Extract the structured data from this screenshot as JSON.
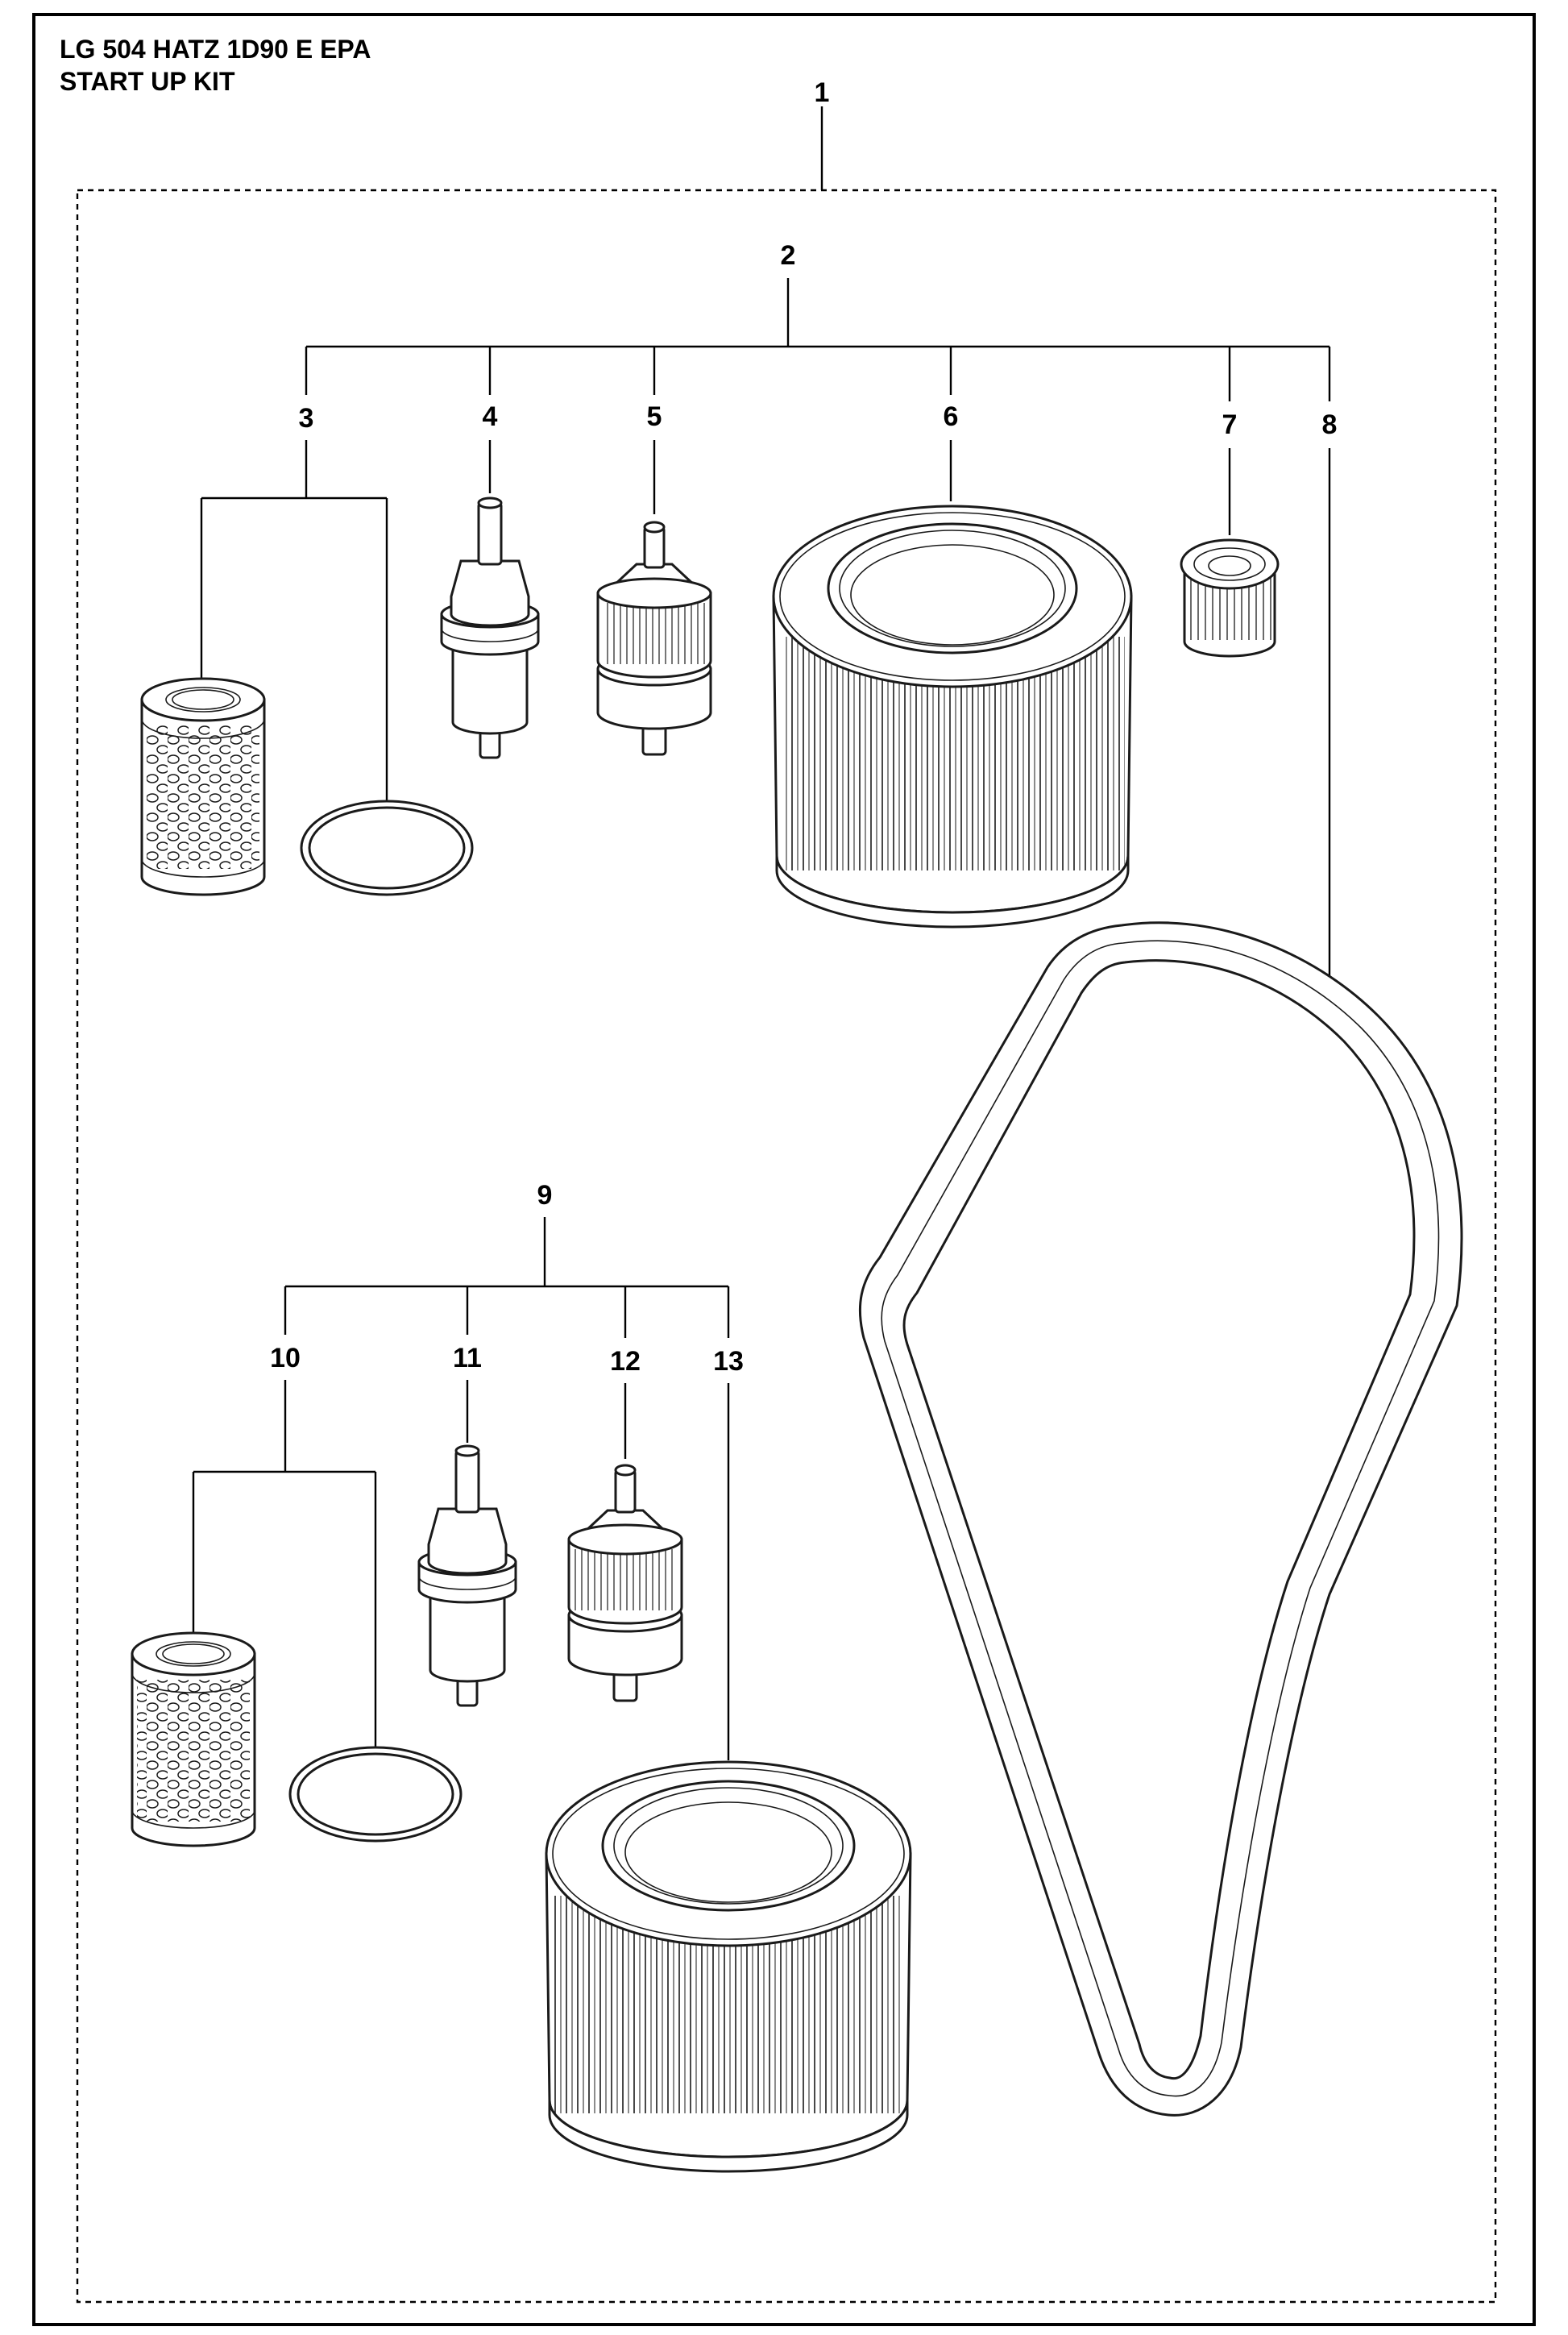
{
  "header": {
    "title_line1": "LG 504 HATZ 1D90 E EPA",
    "title_line2": "START UP KIT"
  },
  "callouts": {
    "c1": "1",
    "c2": "2",
    "c3": "3",
    "c4": "4",
    "c5": "5",
    "c6": "6",
    "c7": "7",
    "c8": "8",
    "c9": "9",
    "c10": "10",
    "c11": "11",
    "c12": "12",
    "c13": "13"
  }
}
